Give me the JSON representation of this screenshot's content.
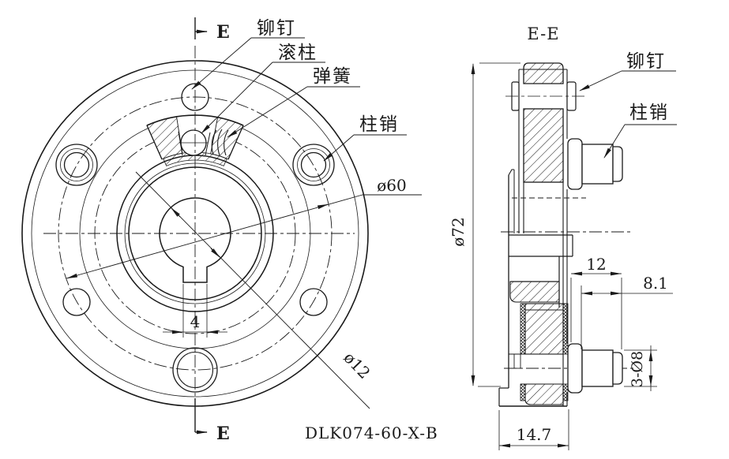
{
  "colors": {
    "line": "#1a1a1a",
    "background": "#ffffff"
  },
  "title_block": {
    "part_number": "DLK074-60-X-B"
  },
  "front": {
    "section_marker_top": "E",
    "section_marker_bottom": "E",
    "callouts": {
      "rivet": "铆钉",
      "roller": "滚柱",
      "spring": "弹簧",
      "pin": "柱销"
    },
    "dims": {
      "bolt_circle": "ø60",
      "bore": "ø12",
      "keyway": "4"
    }
  },
  "section": {
    "title": "E-E",
    "callouts": {
      "rivet": "铆钉",
      "pin": "柱销"
    },
    "dims": {
      "outer_dia": "ø72",
      "pin_offset": "12",
      "pin_length": "8.1",
      "pin_hole": "3-Ø8",
      "hub_width": "14.7"
    }
  }
}
